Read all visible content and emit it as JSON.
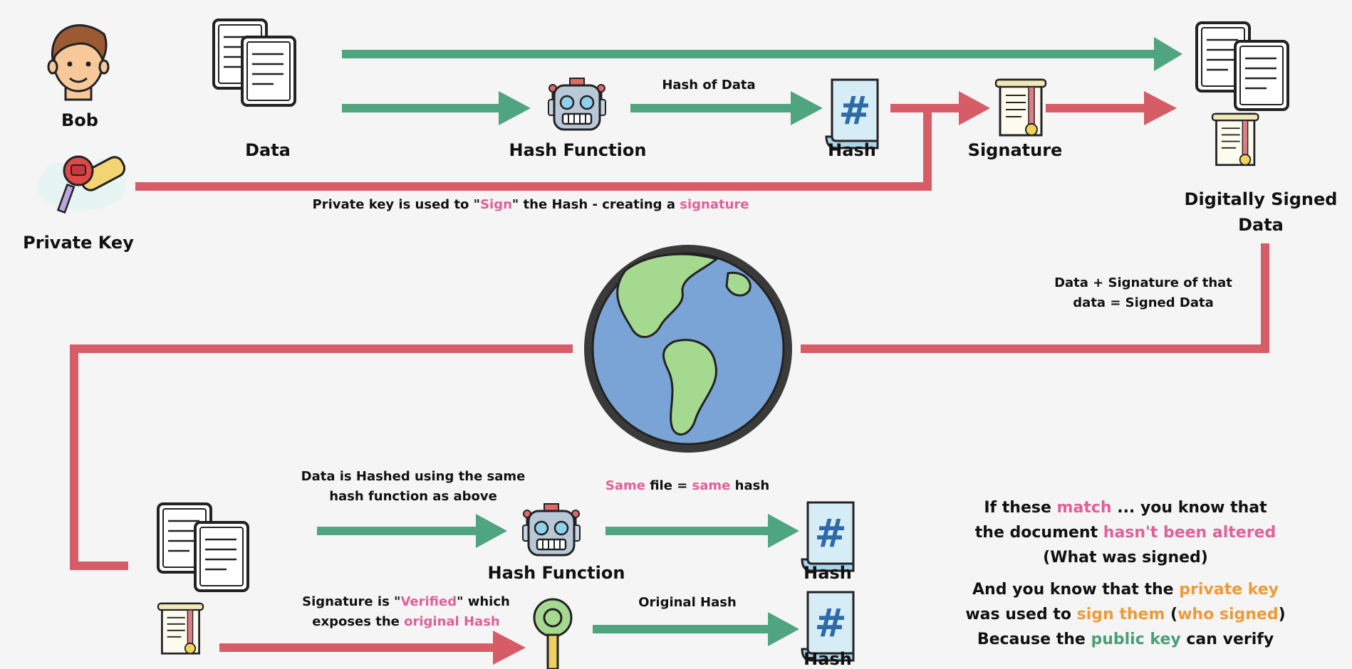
{
  "top": {
    "person": "Bob",
    "private_key": "Private Key",
    "data": "Data",
    "hash_function": "Hash Function",
    "hash_of_data": "Hash of Data",
    "hash": "Hash",
    "signature": "Signature",
    "signed_data_line1": "Digitally Signed",
    "signed_data_line2": "Data",
    "private_key_note": {
      "p1": "Private key is used to \"",
      "p2": "Sign",
      "p3": "\" the Hash  - creating a ",
      "p4": "signature"
    }
  },
  "middle": {
    "signed_note_line1": "Data + Signature of that",
    "signed_note_line2": "data = Signed Data"
  },
  "bottom": {
    "hashed_note_line1": "Data is Hashed using the same",
    "hashed_note_line2": "hash function as above",
    "same_hash_note": {
      "p1": "Same",
      "p2": " file = ",
      "p3": "same",
      "p4": " hash"
    },
    "hash_function": "Hash Function",
    "hash_1": "Hash",
    "hash_2": "Hash",
    "verified_note": {
      "p1": "Signature is \"",
      "p2": "Verified",
      "p3": "\" which",
      "p4": "exposes the ",
      "p5": "original Hash"
    },
    "original_hash": "Original Hash"
  },
  "conclusion": {
    "l1a": "If these ",
    "l1b": "match",
    "l1c": " ... you know that",
    "l2a": "the document ",
    "l2b": "hasn't been altered",
    "l3": "(What was signed)",
    "l4a": "And you know that the ",
    "l4b": "private key",
    "l5a": "was used to ",
    "l5b": "sign them",
    "l5c": " (",
    "l5d": "who signed",
    "l5e": ")",
    "l6a": "Because the ",
    "l6b": "public key",
    "l6c": " can verify"
  },
  "colors": {
    "green_arrow": "#4fa57f",
    "red_arrow": "#d65c68",
    "pink_text": "#e0609a",
    "green_text": "#4a9e78",
    "orange_text": "#ef9a38",
    "hash_symbol": "#2f6aa8"
  },
  "icons": [
    "person-icon",
    "private-key-icon",
    "document-stack-icon",
    "robot-icon",
    "hash-document-icon",
    "signature-scroll-icon",
    "globe-icon",
    "public-key-icon"
  ]
}
